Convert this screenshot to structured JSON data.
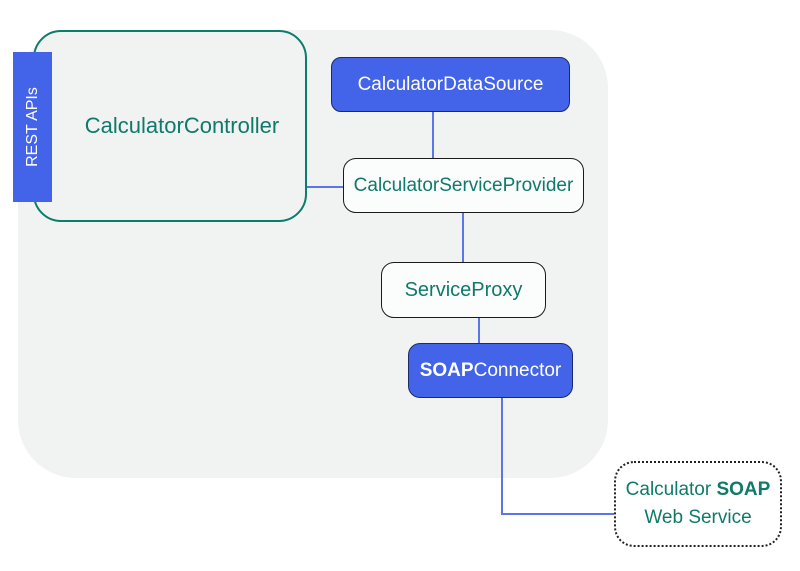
{
  "diagram": {
    "title": "Calculator REST-to-SOAP architecture diagram",
    "nodes": {
      "rest_apis": {
        "label": "REST APIs"
      },
      "controller": {
        "label": "CalculatorController"
      },
      "data_source": {
        "label": "CalculatorDataSource"
      },
      "service_provider": {
        "label": "CalculatorServiceProvider"
      },
      "service_proxy": {
        "label": "ServiceProxy"
      },
      "soap_connector": {
        "label_bold": "SOAP",
        "label_rest": "Connector"
      },
      "soap_web_service": {
        "line1_text": "Calculator ",
        "line1_bold": "SOAP",
        "line2_text": "Web Service"
      }
    },
    "edges": [
      {
        "from": "CalculatorDataSource",
        "to": "CalculatorServiceProvider"
      },
      {
        "from": "CalculatorController",
        "to": "CalculatorServiceProvider"
      },
      {
        "from": "CalculatorServiceProvider",
        "to": "ServiceProxy"
      },
      {
        "from": "ServiceProxy",
        "to": "SOAPConnector"
      },
      {
        "from": "SOAPConnector",
        "to": "Calculator SOAP Web Service"
      }
    ],
    "colors": {
      "accent_blue": "#4363e9",
      "blue_node_border": "#1b2a68",
      "teal_text": "#0f7a6b",
      "teal_border": "#0b7d6c",
      "connector_blue": "#5b76e8",
      "boundary_gray": "#f1f2f2",
      "white_node_bg": "#fbfcfc"
    }
  }
}
